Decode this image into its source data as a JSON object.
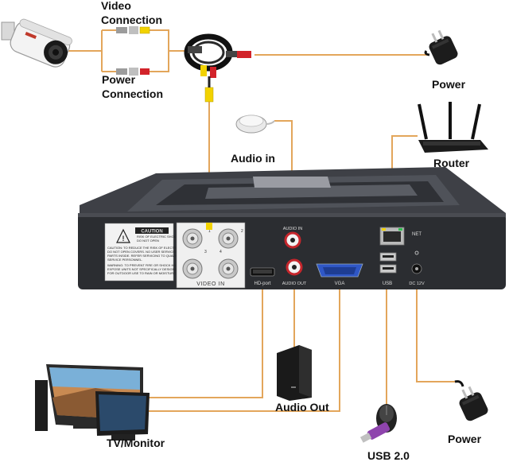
{
  "labels": {
    "video_connection": [
      "Video",
      "Connection"
    ],
    "power_connection": [
      "Power",
      "Connection"
    ],
    "power_top": "Power",
    "audio_in": "Audio in",
    "router": "Router",
    "audio_out": "Audio Out",
    "tv_monitor": "TV/Monitor",
    "usb": "USB 2.0",
    "power_bottom": "Power"
  },
  "dvr_panel": {
    "caution_title": "CAUTION",
    "caution_sub": [
      "RISK OF ELECTRIC SHOCK",
      "DO NOT OPEN"
    ],
    "caution_text": [
      "CAUTION: TO REDUCE THE RISK OF ELECTRICAL SHOCK",
      "DO NOT OPEN COVERS. NO USER SERVICEABLE",
      "PARTS INSIDE. REFER SERVICING TO QUALIFIED",
      "SERVICE PERSONNEL.",
      "WARNING: TO PREVENT FIRE OR SHOCK HAZARD, DO NOT",
      "EXPOSE UNITS NOT SPECIFICALLY DESIGNED",
      "FOR OUTDOOR USE TO RAIN OR MOISTURE."
    ],
    "video_in": "VIDEO IN",
    "bnc_numbers": [
      "1",
      "2",
      "3",
      "4"
    ],
    "hdport": "HD-port",
    "audio_in": "AUDIO IN",
    "audio_out": "AUDIO OUT",
    "vga": "VGA",
    "net": "NET",
    "usb": "USB",
    "dc": "DC 12V"
  },
  "colors": {
    "wire": "#e3a65b",
    "dvr_body": "#2b2d31",
    "dvr_top": "#4a4c52",
    "vga_port": "#2f57c7",
    "audio_in_ring": "#c6262c",
    "plug_red": "#d2232a",
    "plug_yellow": "#f2d200"
  }
}
